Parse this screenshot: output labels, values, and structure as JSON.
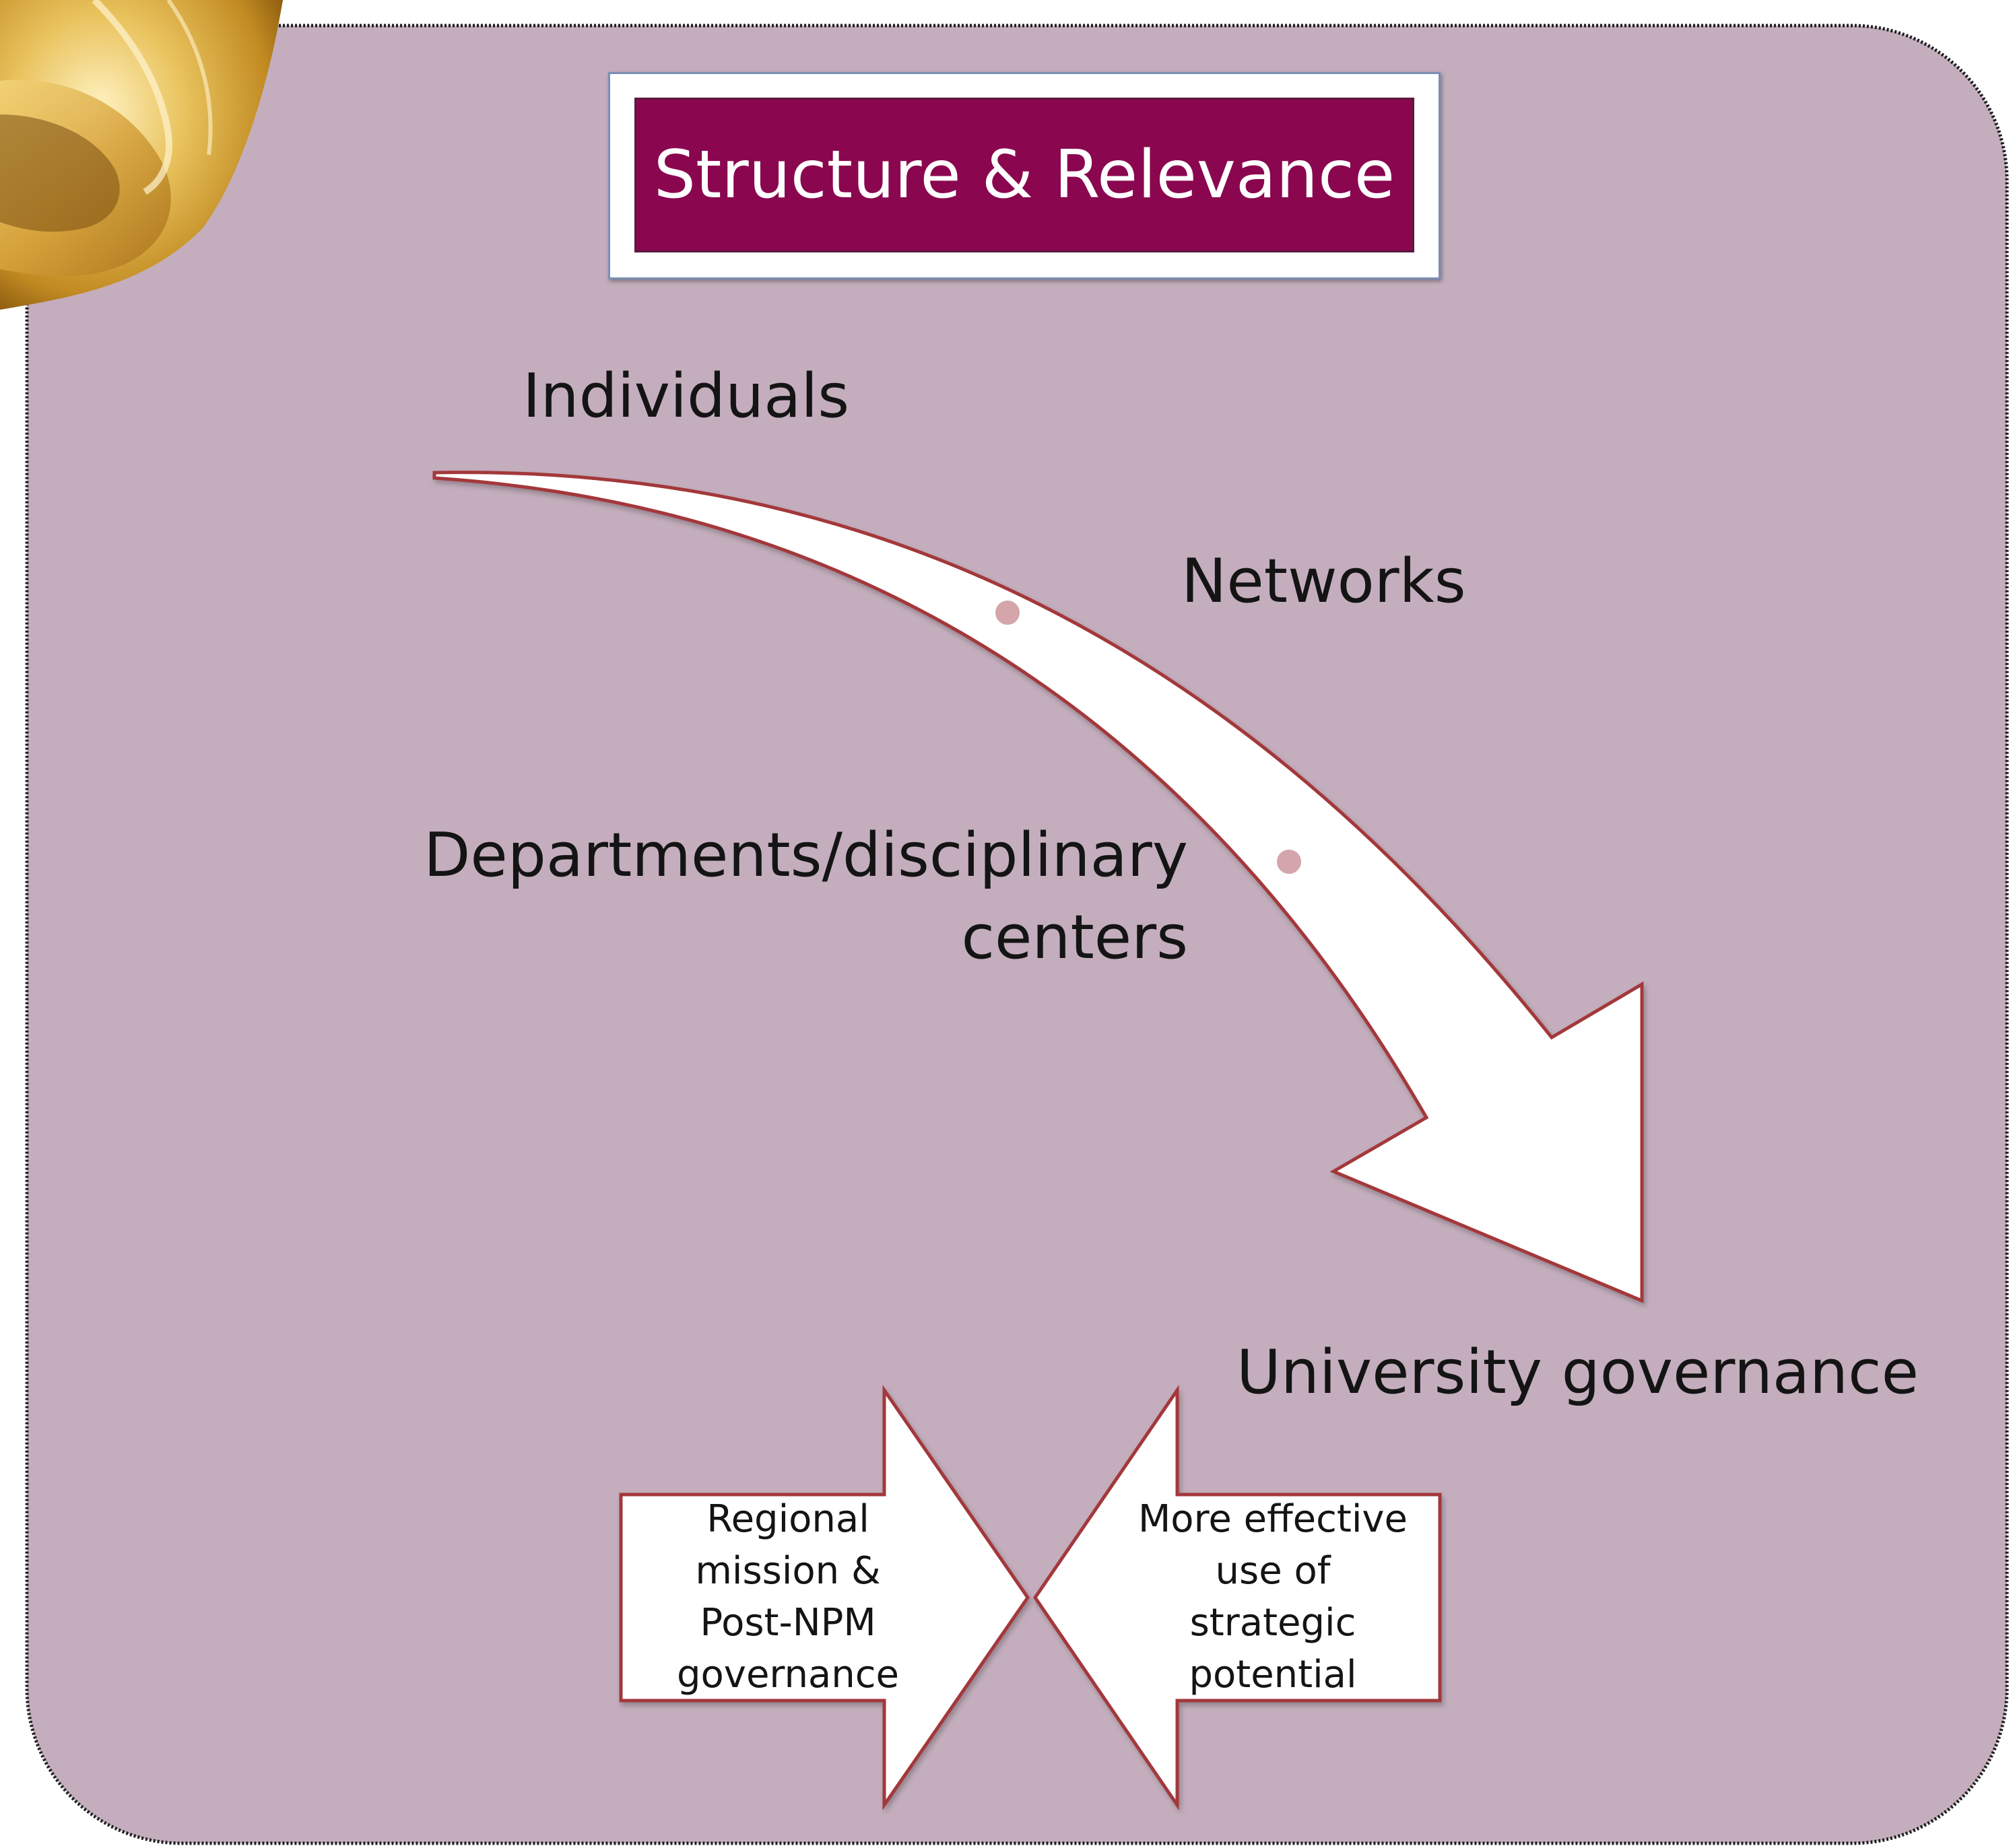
{
  "title": "Structure & Relevance",
  "levels": {
    "individuals": "Individuals",
    "networks": "Networks",
    "departments_line1": "Departments/disciplinary",
    "departments_line2": "centers",
    "university": "University governance"
  },
  "left_arrow_lines": [
    "Regional",
    "mission &",
    "Post-NPM",
    "governance"
  ],
  "right_arrow_lines": [
    "More effective",
    "use of",
    "strategic",
    "potential"
  ],
  "colors": {
    "panel_fill": "#c4aebd",
    "panel_border": "#222222",
    "title_fill": "#8a074f",
    "arrow_outline": "#a3373a",
    "arrow_fill": "#ffffff",
    "dot_fill": "#d4a5aa",
    "decor_gold": "#d8a838"
  }
}
